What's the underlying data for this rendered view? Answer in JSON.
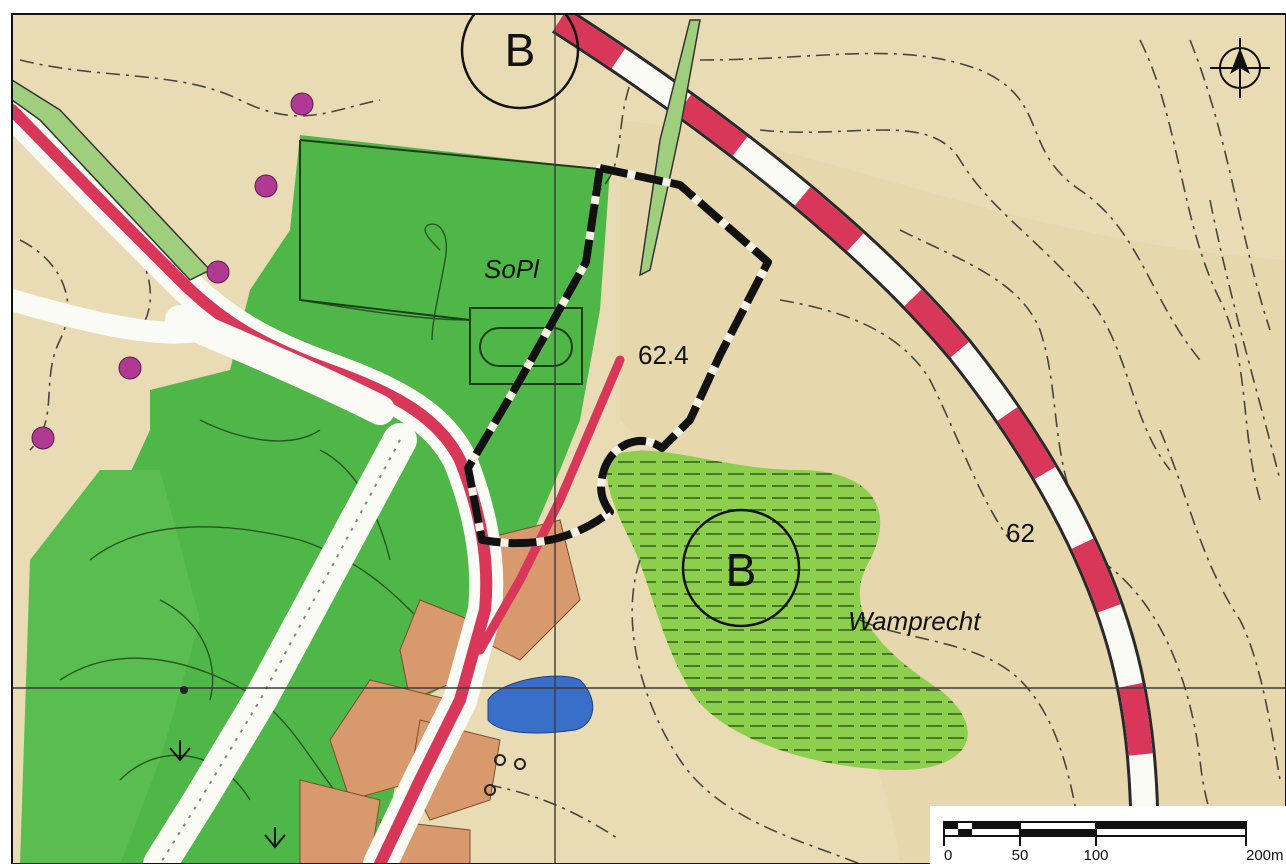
{
  "map": {
    "colors": {
      "paper": "#e9dcb4",
      "paper_dark": "#dccb99",
      "green": "#4fb748",
      "green_light": "#8ccf4c",
      "road_red": "#d8375a",
      "road_white": "#fbfbf6",
      "water": "#3a6fc9",
      "buildings": "#d89a6c",
      "poi": "#b03a93",
      "boundary": "#111111",
      "contour": "#2b2b2b"
    },
    "labels": {
      "zone_b_top": "B",
      "zone_b_mid": "B",
      "sports_field": "SoPl",
      "elevation_1": "62.4",
      "elevation_2": "62",
      "place_name": "Wamprecht"
    },
    "icons": [
      "north-arrow-icon",
      "tree-icon"
    ],
    "scale_bar": {
      "ticks": [
        "0",
        "50",
        "100",
        "200m"
      ]
    }
  }
}
